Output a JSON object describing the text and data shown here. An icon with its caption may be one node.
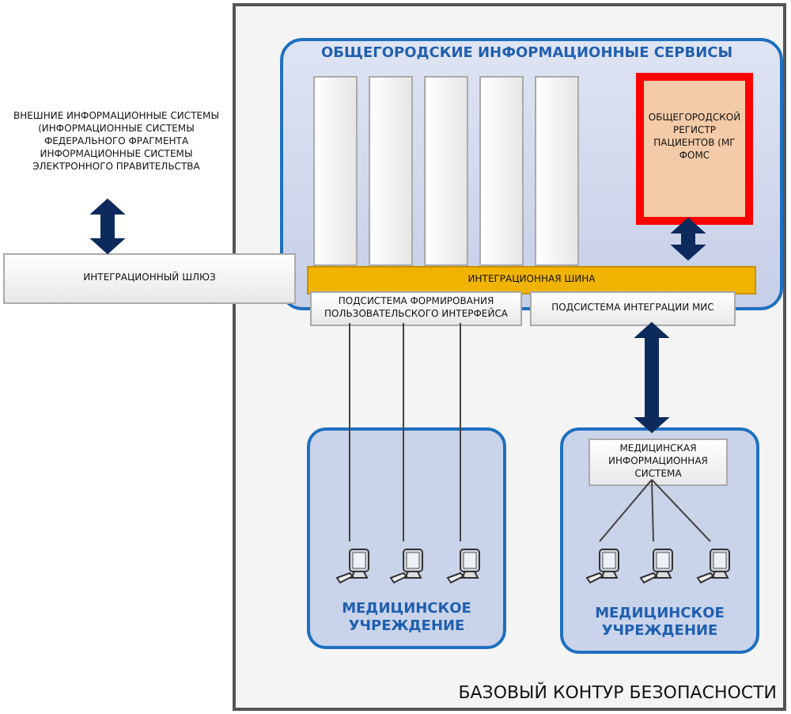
{
  "diagram": {
    "nodes": [
      {
        "text": [
          "ВНЕШНИЕ ИНФОРМАЦИОННЫЕ СИСТЕМЫ (ИНФОРМАЦИОННЫЕ СИСТЕМЫ ФЕДЕРАЛЬНОГО ФРАГМЕНТА ИНФОРМАЦИОННЫЕ СИСТЕМЫ ЭЛЕКТРОННОГО ПРАВИТЕЛЬСТВА"
        ]
      },
      {
        "text": [
          "ИНТЕГРАЦИОННЫЙ ШЛЮЗ"
        ]
      },
      {
        "text": [
          "БАЗОВЫЙ КОНТУР БЕЗОПАСНОСТИ"
        ]
      },
      {
        "text": [
          "ОБЩЕГОРОДСКИЕ ИНФОРМАЦИОННЫЕ СЕРВИСЫ"
        ],
        "in": 2
      },
      {
        "text": [],
        "shape": "box",
        "in": 3
      },
      {
        "text": [],
        "shape": "box",
        "in": 3
      },
      {
        "text": [],
        "shape": "box",
        "in": 3
      },
      {
        "text": [],
        "shape": "box",
        "in": 3
      },
      {
        "text": [],
        "shape": "box",
        "in": 3
      },
      {
        "text": [
          "ОБЩЕГОРОДСКОЙ РЕГИСТР ПАЦИЕНТОВ (МГ ФОМС"
        ],
        "in": 3
      },
      {
        "text": [
          "ИНТЕГРАЦИОННАЯ ШИНА"
        ],
        "in": 3
      },
      {
        "text": [
          "ПОДСИСТЕМА ФОРМИРОВАНИЯ ПОЛЬЗОВАТЕЛЬСКОГО ИНТЕРФЕЙСА"
        ],
        "in": 2
      },
      {
        "text": [
          "ПОДСИСТЕМА ИНТЕГРАЦИИ МИС"
        ],
        "in": 2
      },
      {
        "text": [
          "МЕДИЦИНСКОЕ УЧРЕЖДЕНИЕ"
        ],
        "in": 2
      },
      {
        "text": [],
        "shape": "computer",
        "in": 13
      },
      {
        "text": [],
        "shape": "computer",
        "in": 13
      },
      {
        "text": [],
        "shape": "computer",
        "in": 13
      },
      {
        "text": [
          "МЕДИЦИНСКОЕ УЧРЕЖДЕНИЕ"
        ],
        "in": 2
      },
      {
        "text": [
          "МЕДИЦИНСКАЯ ИНФОРМАЦИОННАЯ СИСТЕМА"
        ],
        "in": 17
      },
      {
        "text": [],
        "shape": "computer",
        "in": 17
      },
      {
        "text": [],
        "shape": "computer",
        "in": 17
      },
      {
        "text": [],
        "shape": "computer",
        "in": 17
      }
    ],
    "edges": [
      {
        "from": 0,
        "to": 1,
        "arrow": "both",
        "style": "thick"
      },
      {
        "from": 9,
        "to": 10,
        "arrow": "both",
        "style": "thick"
      },
      {
        "from": 12,
        "to": 18,
        "arrow": "both",
        "style": "thick"
      },
      {
        "from": 11,
        "to": 14,
        "arrow": "none"
      },
      {
        "from": 11,
        "to": 15,
        "arrow": "none"
      },
      {
        "from": 11,
        "to": 16,
        "arrow": "none"
      },
      {
        "from": 18,
        "to": 19,
        "arrow": "none"
      },
      {
        "from": 18,
        "to": 20,
        "arrow": "none"
      },
      {
        "from": 18,
        "to": 21,
        "arrow": "none"
      }
    ]
  }
}
